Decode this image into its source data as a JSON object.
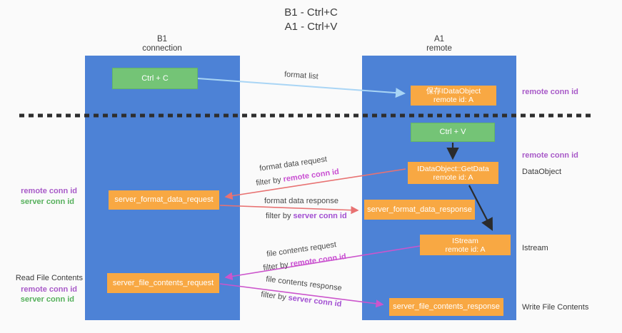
{
  "title": {
    "line1": "B1 - Ctrl+C",
    "line2": "A1 - Ctrl+V"
  },
  "lanes": {
    "left": {
      "name": "B1",
      "subtitle": "connection"
    },
    "right": {
      "name": "A1",
      "subtitle": "remote"
    }
  },
  "boxes": {
    "ctrl_c": {
      "label": "Ctrl + C"
    },
    "save_idataobject": {
      "line1": "保存IDataObject",
      "line2": "remote id: A"
    },
    "ctrl_v": {
      "label": "Ctrl + V"
    },
    "getdata": {
      "line1": "IDataObject::GetData",
      "line2": "remote id: A"
    },
    "format_request": {
      "label": "server_format_data_request"
    },
    "format_response": {
      "label": "server_format_data_response"
    },
    "istream": {
      "line1": "IStream",
      "line2": "remote id: A"
    },
    "file_request": {
      "label": "server_file_contents_request"
    },
    "file_response": {
      "label": "server_file_contents_response"
    }
  },
  "flow_labels": {
    "format_list": "format list",
    "filter_by": "filter by ",
    "format_data_request": "format data request",
    "format_data_response": "format data response",
    "file_contents_request": "file contents request",
    "file_contents_response": "file contents response",
    "remote_conn_id": "remote conn id",
    "server_conn_id": "server conn id"
  },
  "left_labels": {
    "remote_conn_id": "remote conn id",
    "server_conn_id": "server conn id",
    "read_file_contents": "Read File Contents"
  },
  "right_labels": {
    "remote_conn_id_top": "remote conn id",
    "remote_conn_id_mid": "remote conn id",
    "dataobject": "DataObject",
    "istream": "Istream",
    "write_file_contents": "Write File Contents"
  },
  "colors": {
    "lane_blue": "#4d82d6",
    "box_orange": "#f8a843",
    "box_green": "#74c476",
    "arrow_light_blue": "#a9d5f5",
    "arrow_salmon": "#e87272",
    "arrow_magenta": "#cc55cc",
    "arrow_black": "#2b2b2b",
    "label_purple": "#a85ac8",
    "label_magenta": "#c94fd2",
    "label_green": "#56b05c"
  }
}
